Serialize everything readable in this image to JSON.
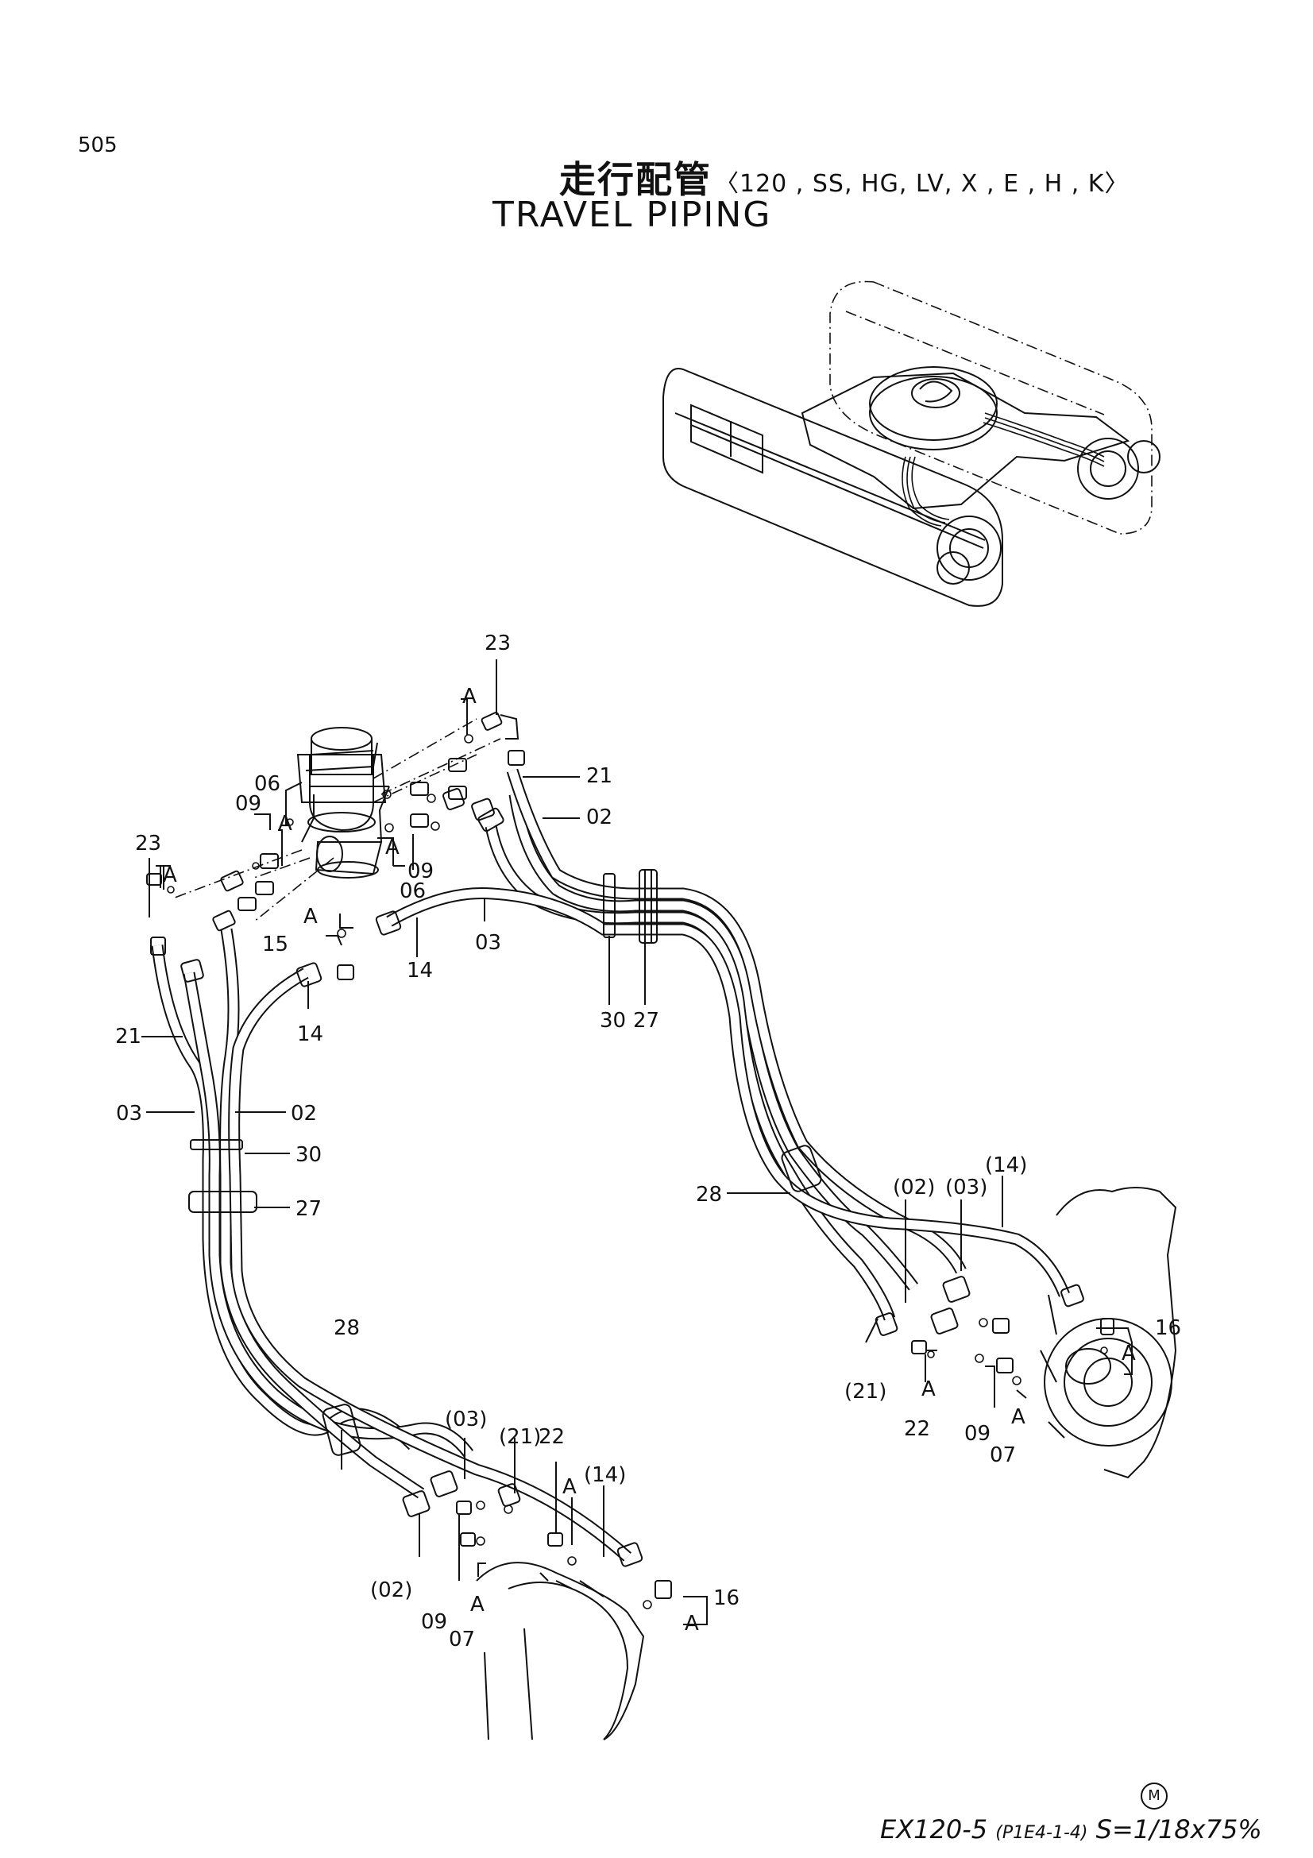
{
  "page_number": "505",
  "title_jp": "走行配管",
  "title_variants": "〈120 , SS, HG, LV, X , E , H , K〉",
  "title_en": "TRAVEL  PIPING",
  "footer": {
    "circle_mark": "M",
    "model": "EX120-5",
    "ref": "(P1E4-1-4)",
    "scale": "S=1/18x75%"
  },
  "callouts": {
    "p23_top": "23",
    "a_top": "A",
    "p21_top": "21",
    "p02_top": "02",
    "p06_a": "06",
    "p09_a": "09",
    "a_06": "A",
    "p23_left": "23",
    "a_left": "A",
    "a_09b": "A",
    "p09_b": "09",
    "p06_b": "06",
    "a_15": "A",
    "p15": "15",
    "p14_a": "14",
    "p03_a": "03",
    "p14_b": "14",
    "p30_a": "30",
    "p27_a": "27",
    "p21_left": "21",
    "p03_left": "03",
    "p02_left": "02",
    "p30_left": "30",
    "p27_left": "27",
    "p28_right": "28",
    "p02_r": "(02)",
    "p03_r": "(03)",
    "p14_r": "(14)",
    "p16_r": "16",
    "a_16r": "A",
    "p21_r": "(21)",
    "a_22r": "A",
    "p22_r": "22",
    "p09_r": "09",
    "a_07r": "A",
    "p07_r": "07",
    "p28_left": "28",
    "p03_l": "(03)",
    "p21_l": "(21)",
    "p22_l": "22",
    "a_22l": "A",
    "p14_l": "(14)",
    "p16_l": "16",
    "a_16l": "A",
    "p02_l": "(02)",
    "p09_l": "09",
    "a_07l": "A",
    "p07_l": "07"
  }
}
